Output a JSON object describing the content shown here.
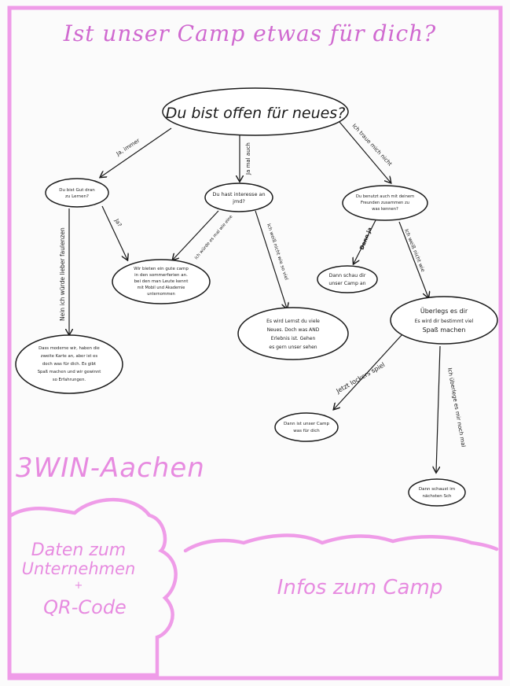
{
  "title": "Ist unser Camp etwas für dich?",
  "root": {
    "text": "Du bist offen für neues?"
  },
  "nodes": {
    "q_left": [
      "Du bist Gut dran",
      "zu Lernen?"
    ],
    "q_mid": [
      "Du hast interesse an",
      "jmd?"
    ],
    "q_right": [
      "Du benutzt auch mit deinem",
      "Freunden zusammen zu",
      "was kennen?"
    ],
    "r_center": [
      "Wir bieten ein gute camp",
      "in den sommerferien an.",
      "bei den man Leute kennt",
      "mit Mobil und Akademie",
      "unternommen"
    ],
    "r_left_bottom": [
      "Dass moderne wir, haben die",
      "zweite Karte an, aber ist es",
      "doch was für dich. Es gibt",
      "Spaß machen und wir gewinnt",
      "so Erfahrungen."
    ],
    "r_mid_bottom": [
      "Es wird Lernst du viele",
      "Neues. Doch was AND",
      "Erlebnis ist. Gehen",
      "es gern unser sehen"
    ],
    "r_right_small": [
      "Dann schau dir",
      "unser Camp an"
    ],
    "q_ueberlege": [
      "Überlegs es dir",
      "Es wird dir bestimmt viel",
      "Spaß machen"
    ],
    "r_camp": [
      "Dann ist unser Camp",
      "was für dich"
    ],
    "r_bottom_right": [
      "Dann schaust im",
      "nächsten Sch"
    ]
  },
  "edges": {
    "root_left": "Ja, immer",
    "root_mid": "Ja mal auch",
    "root_right": "Ich traue mich nicht",
    "qleft_center": "Ja?",
    "qleft_bottom": "Nein ich würde lieber faulenzen",
    "qmid_center": "ich würde es mal wie eine",
    "qmid_bottom": "Ich weiß nicht wie so viel",
    "qright_small": "Dann ja",
    "qright_ueberlege": "Ich weiß nicht wie",
    "ueberlege_camp": "Jetzt lockers spiel",
    "ueberlege_bottom": "Ich überlege es mir noch mal"
  },
  "brand": "3WIN-Aachen",
  "company_box": [
    "Daten zum",
    "Unternehmen",
    "+",
    "QR-Code"
  ],
  "info_box": "Infos zum Camp",
  "colors": {
    "frame": "#ef9ce8",
    "title": "#d06ad0",
    "pink_text": "#e78be0",
    "ink": "#1b1b1b"
  }
}
